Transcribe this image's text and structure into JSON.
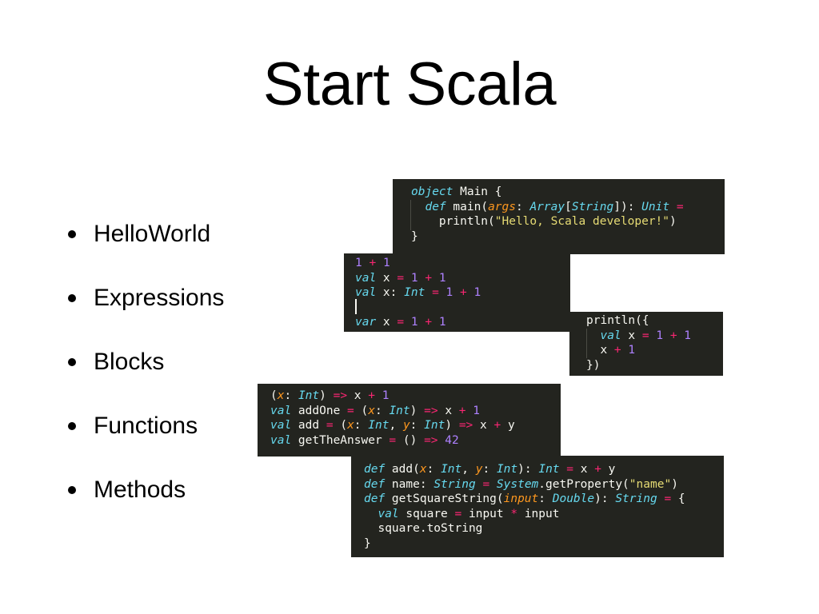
{
  "slide": {
    "title": "Start Scala",
    "bullets": [
      "HelloWorld",
      "Expressions",
      "Blocks",
      "Functions",
      "Methods"
    ]
  },
  "code_snippets": [
    {
      "name": "hello-world",
      "lines": [
        [
          [
            "kw",
            "object"
          ],
          [
            "pl",
            " Main {"
          ]
        ],
        [
          [
            "pl",
            "  "
          ],
          [
            "kw",
            "def"
          ],
          [
            "pl",
            " main("
          ],
          [
            "pa",
            "args"
          ],
          [
            "pl",
            ": "
          ],
          [
            "ty",
            "Array"
          ],
          [
            "pl",
            "["
          ],
          [
            "ty",
            "String"
          ],
          [
            "pl",
            "]): "
          ],
          [
            "ty",
            "Unit"
          ],
          [
            "pl",
            " "
          ],
          [
            "op",
            "="
          ]
        ],
        [
          [
            "pl",
            "    println("
          ],
          [
            "st",
            "\"Hello, Scala developer!\""
          ],
          [
            "pl",
            ")"
          ]
        ],
        [
          [
            "pl",
            "}"
          ]
        ]
      ]
    },
    {
      "name": "expressions",
      "lines": [
        [
          [
            "nu",
            "1"
          ],
          [
            "pl",
            " "
          ],
          [
            "op",
            "+"
          ],
          [
            "pl",
            " "
          ],
          [
            "nu",
            "1"
          ]
        ],
        [
          [
            "kw",
            "val"
          ],
          [
            "pl",
            " x "
          ],
          [
            "op",
            "="
          ],
          [
            "pl",
            " "
          ],
          [
            "nu",
            "1"
          ],
          [
            "pl",
            " "
          ],
          [
            "op",
            "+"
          ],
          [
            "pl",
            " "
          ],
          [
            "nu",
            "1"
          ]
        ],
        [
          [
            "kw",
            "val"
          ],
          [
            "pl",
            " x: "
          ],
          [
            "ty",
            "Int"
          ],
          [
            "pl",
            " "
          ],
          [
            "op",
            "="
          ],
          [
            "pl",
            " "
          ],
          [
            "nu",
            "1"
          ],
          [
            "pl",
            " "
          ],
          [
            "op",
            "+"
          ],
          [
            "pl",
            " "
          ],
          [
            "nu",
            "1"
          ]
        ],
        [
          [
            "pl",
            " "
          ]
        ],
        [
          [
            "kw",
            "var"
          ],
          [
            "pl",
            " x "
          ],
          [
            "op",
            "="
          ],
          [
            "pl",
            " "
          ],
          [
            "nu",
            "1"
          ],
          [
            "pl",
            " "
          ],
          [
            "op",
            "+"
          ],
          [
            "pl",
            " "
          ],
          [
            "nu",
            "1"
          ]
        ]
      ]
    },
    {
      "name": "blocks",
      "lines": [
        [
          [
            "pl",
            "println({"
          ]
        ],
        [
          [
            "pl",
            "  "
          ],
          [
            "kw",
            "val"
          ],
          [
            "pl",
            " x "
          ],
          [
            "op",
            "="
          ],
          [
            "pl",
            " "
          ],
          [
            "nu",
            "1"
          ],
          [
            "pl",
            " "
          ],
          [
            "op",
            "+"
          ],
          [
            "pl",
            " "
          ],
          [
            "nu",
            "1"
          ]
        ],
        [
          [
            "pl",
            "  x "
          ],
          [
            "op",
            "+"
          ],
          [
            "pl",
            " "
          ],
          [
            "nu",
            "1"
          ]
        ],
        [
          [
            "pl",
            "})"
          ]
        ]
      ]
    },
    {
      "name": "functions",
      "lines": [
        [
          [
            "pl",
            "("
          ],
          [
            "pa",
            "x"
          ],
          [
            "pl",
            ": "
          ],
          [
            "ty",
            "Int"
          ],
          [
            "pl",
            ") "
          ],
          [
            "op",
            "=>"
          ],
          [
            "pl",
            " x "
          ],
          [
            "op",
            "+"
          ],
          [
            "pl",
            " "
          ],
          [
            "nu",
            "1"
          ]
        ],
        [
          [
            "kw",
            "val"
          ],
          [
            "pl",
            " addOne "
          ],
          [
            "op",
            "="
          ],
          [
            "pl",
            " ("
          ],
          [
            "pa",
            "x"
          ],
          [
            "pl",
            ": "
          ],
          [
            "ty",
            "Int"
          ],
          [
            "pl",
            ") "
          ],
          [
            "op",
            "=>"
          ],
          [
            "pl",
            " x "
          ],
          [
            "op",
            "+"
          ],
          [
            "pl",
            " "
          ],
          [
            "nu",
            "1"
          ]
        ],
        [
          [
            "kw",
            "val"
          ],
          [
            "pl",
            " add "
          ],
          [
            "op",
            "="
          ],
          [
            "pl",
            " ("
          ],
          [
            "pa",
            "x"
          ],
          [
            "pl",
            ": "
          ],
          [
            "ty",
            "Int"
          ],
          [
            "pl",
            ", "
          ],
          [
            "pa",
            "y"
          ],
          [
            "pl",
            ": "
          ],
          [
            "ty",
            "Int"
          ],
          [
            "pl",
            ") "
          ],
          [
            "op",
            "=>"
          ],
          [
            "pl",
            " x "
          ],
          [
            "op",
            "+"
          ],
          [
            "pl",
            " y"
          ]
        ],
        [
          [
            "kw",
            "val"
          ],
          [
            "pl",
            " getTheAnswer "
          ],
          [
            "op",
            "="
          ],
          [
            "pl",
            " () "
          ],
          [
            "op",
            "=>"
          ],
          [
            "pl",
            " "
          ],
          [
            "nu",
            "42"
          ]
        ]
      ]
    },
    {
      "name": "methods",
      "lines": [
        [
          [
            "kw",
            "def"
          ],
          [
            "pl",
            " add("
          ],
          [
            "pa",
            "x"
          ],
          [
            "pl",
            ": "
          ],
          [
            "ty",
            "Int"
          ],
          [
            "pl",
            ", "
          ],
          [
            "pa",
            "y"
          ],
          [
            "pl",
            ": "
          ],
          [
            "ty",
            "Int"
          ],
          [
            "pl",
            "): "
          ],
          [
            "ty",
            "Int"
          ],
          [
            "pl",
            " "
          ],
          [
            "op",
            "="
          ],
          [
            "pl",
            " x "
          ],
          [
            "op",
            "+"
          ],
          [
            "pl",
            " y"
          ]
        ],
        [
          [
            "kw",
            "def"
          ],
          [
            "pl",
            " name: "
          ],
          [
            "ty",
            "String"
          ],
          [
            "pl",
            " "
          ],
          [
            "op",
            "="
          ],
          [
            "pl",
            " "
          ],
          [
            "ty",
            "System"
          ],
          [
            "pl",
            ".getProperty("
          ],
          [
            "st",
            "\"name\""
          ],
          [
            "pl",
            ")"
          ]
        ],
        [
          [
            "kw",
            "def"
          ],
          [
            "pl",
            " getSquareString("
          ],
          [
            "pa",
            "input"
          ],
          [
            "pl",
            ": "
          ],
          [
            "ty",
            "Double"
          ],
          [
            "pl",
            "): "
          ],
          [
            "ty",
            "String"
          ],
          [
            "pl",
            " "
          ],
          [
            "op",
            "="
          ],
          [
            "pl",
            " {"
          ]
        ],
        [
          [
            "pl",
            "  "
          ],
          [
            "kw",
            "val"
          ],
          [
            "pl",
            " square "
          ],
          [
            "op",
            "="
          ],
          [
            "pl",
            " input "
          ],
          [
            "op",
            "*"
          ],
          [
            "pl",
            " input"
          ]
        ],
        [
          [
            "pl",
            "  square.toString"
          ]
        ],
        [
          [
            "pl",
            "}"
          ]
        ]
      ]
    }
  ]
}
